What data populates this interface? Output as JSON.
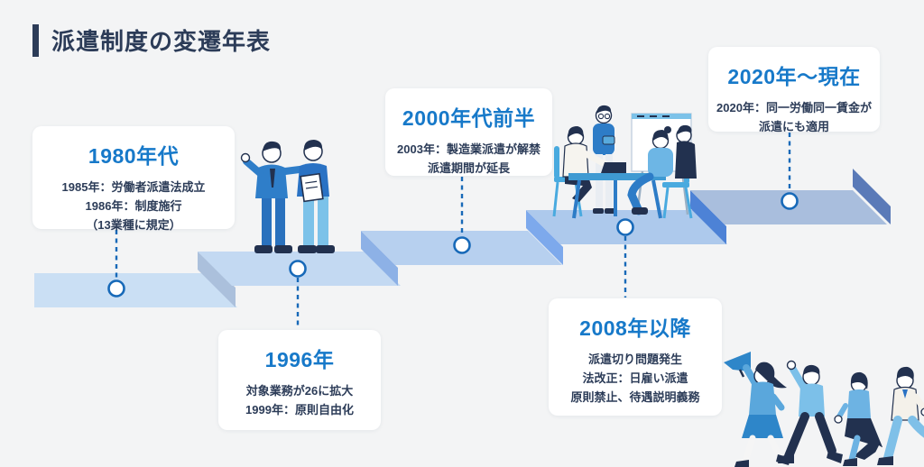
{
  "header": {
    "title": "派遣制度の変遷年表"
  },
  "timeline": {
    "items": [
      {
        "heading": "1980年代",
        "lines": [
          "1985年：労働者派遣法成立",
          "1986年：制度施行",
          "（13業種に規定）"
        ]
      },
      {
        "heading": "1996年",
        "lines": [
          "対象業務が26に拡大",
          "1999年：原則自由化"
        ]
      },
      {
        "heading": "2000年代前半",
        "lines": [
          "2003年：製造業派遣が解禁",
          "派遣期間が延長"
        ]
      },
      {
        "heading": "2008年以降",
        "lines": [
          "派遣切り問題発生",
          "法改正：日雇い派遣",
          "原則禁止、待遇説明義務"
        ]
      },
      {
        "heading": "2020年〜現在",
        "lines": [
          "2020年：同一労働同一賃金が",
          "派遣にも適用"
        ]
      }
    ]
  },
  "colors": {
    "background": "#f3f4f5",
    "title_text": "#2c3c58",
    "accent_bar": "#2c3c58",
    "card_background": "#ffffff",
    "heading_blue": "#1779c9",
    "body_text": "#2c3c58",
    "connector_blue": "#1769b8",
    "step_top_faces": [
      "#cadff4",
      "#c3d9f2",
      "#b7d0ef",
      "#adc9ec",
      "#a9bedd"
    ],
    "step_riser_faces": [
      "#abc0dc",
      "#8db1e6",
      "#7da9ec",
      "#4d82d6",
      "#5a7ab8"
    ]
  },
  "illustrations": [
    {
      "name": "two-colleagues-illustration",
      "description": "two workers standing on step, one with clipboard"
    },
    {
      "name": "meeting-illustration",
      "description": "four people meeting around table with whiteboard"
    },
    {
      "name": "marching-people-illustration",
      "description": "four people walking, leader with megaphone"
    }
  ]
}
